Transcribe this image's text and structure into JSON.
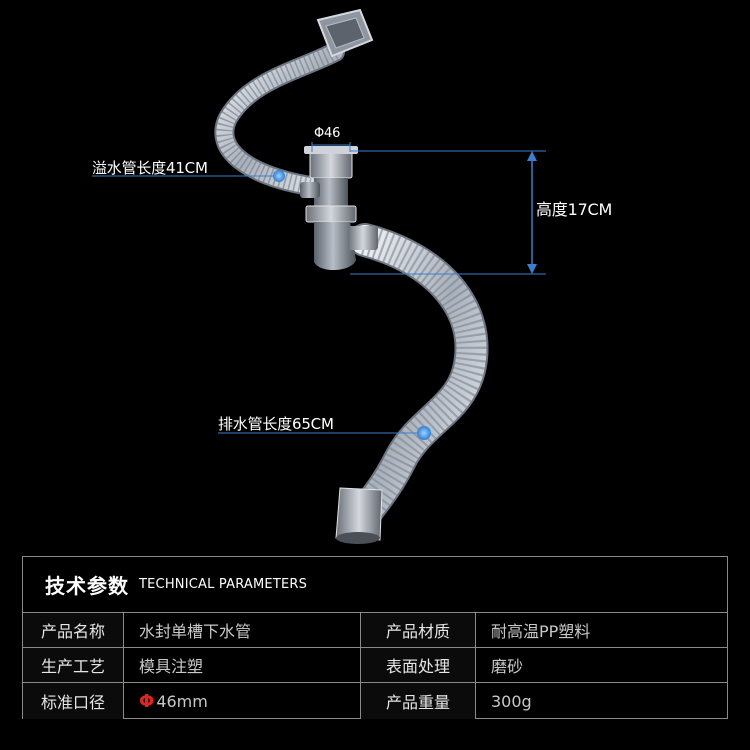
{
  "callouts": {
    "overflow_hose": "溢水管长度41CM",
    "drain_hose": "排水管长度65CM",
    "height": "高度17CM",
    "diameter": "Φ46"
  },
  "spec_panel": {
    "title_cn": "技术参数",
    "title_en": "TECHNICAL PARAMETERS",
    "rows": [
      {
        "label_left": "产品名称",
        "value_left": "水封单槽下水管",
        "label_right": "产品材质",
        "value_right": "耐高温PP塑料"
      },
      {
        "label_left": "生产工艺",
        "value_left": "模具注塑",
        "label_right": "表面处理",
        "value_right": "磨砂"
      },
      {
        "label_left": "标准口径",
        "value_left_symbol": "Φ",
        "value_left": "46mm",
        "label_right": "产品重量",
        "value_right": "300g"
      }
    ]
  },
  "colors": {
    "background": "#000000",
    "accent_red": "#e0251e",
    "dimension_line": "#3a7fd0",
    "border": "#8a8a8a"
  }
}
